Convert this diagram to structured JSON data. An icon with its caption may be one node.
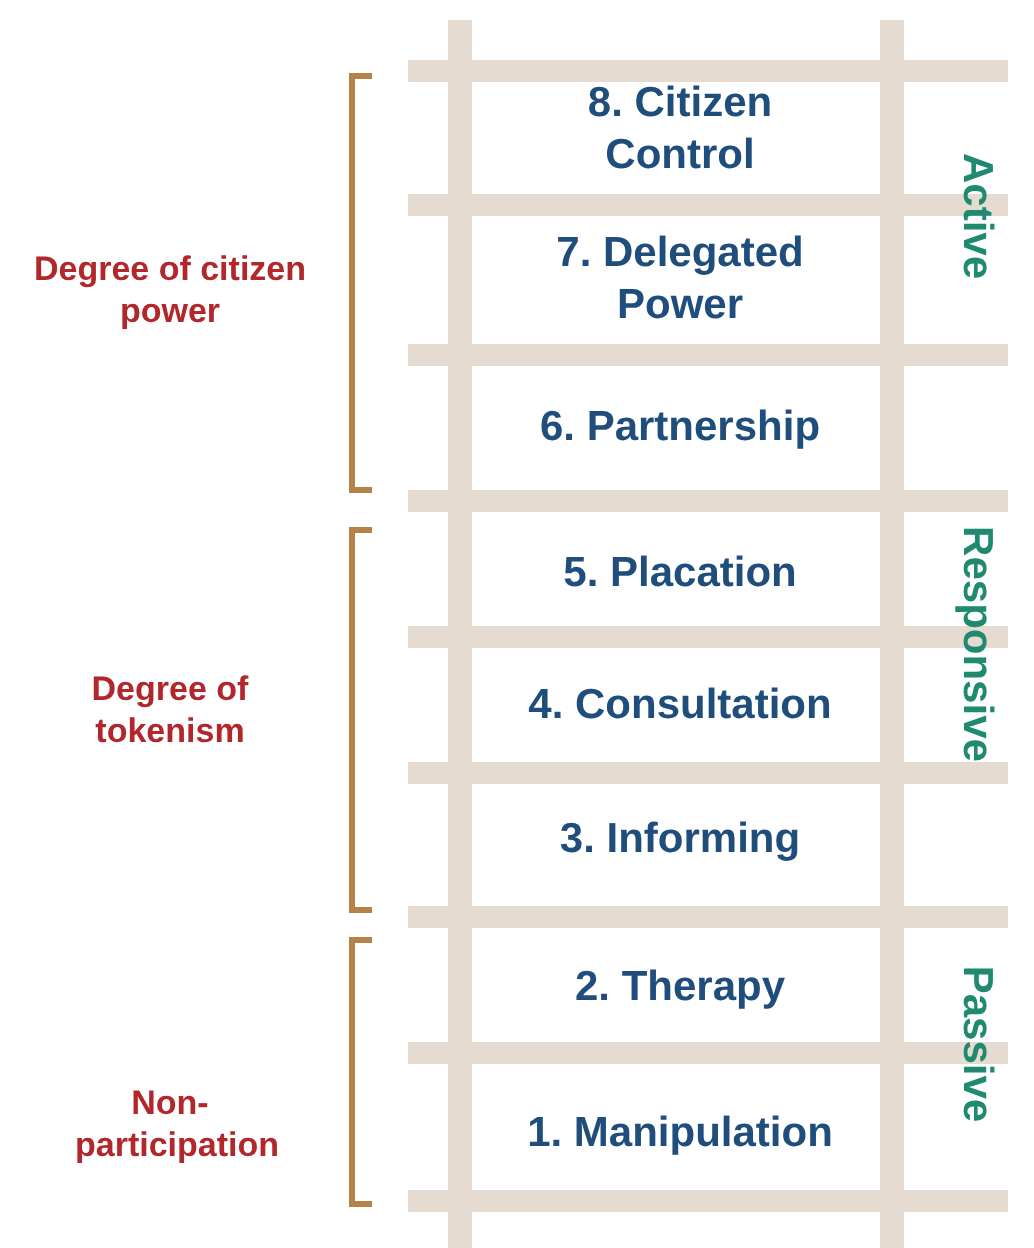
{
  "diagram": {
    "labels": [
      "8. Citizen Control",
      "Active",
      "Degree of citizen power",
      "7. Delegated Power",
      "6. Partnership",
      "5. Placation",
      "Responsive",
      "Degree of tokenism",
      "4. Consultation",
      "3. Informing",
      "2. Therapy",
      "Passive",
      "Non-participation",
      "1. Manipulation"
    ]
  }
}
